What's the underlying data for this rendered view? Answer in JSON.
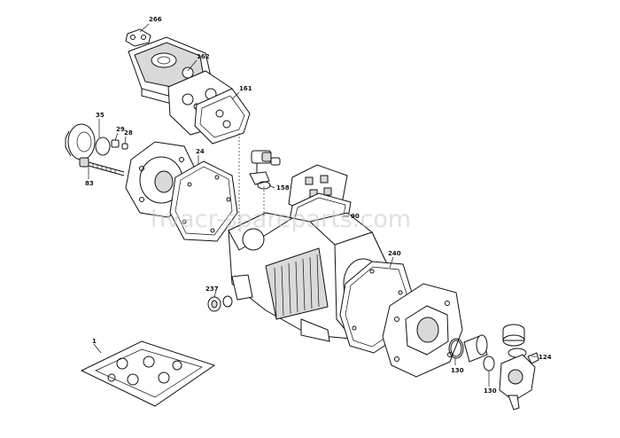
{
  "watermark": "hvacr-spareparts.com",
  "callouts": {
    "c266": "266",
    "c162": "162",
    "c161": "161",
    "c35": "35",
    "c29": "29",
    "c28": "28",
    "c83": "83",
    "c24": "24",
    "c158": "158",
    "c90": "90",
    "c240": "240",
    "c237": "237",
    "c1": "1",
    "c124": "124",
    "c130a": "130",
    "c130b": "130"
  }
}
